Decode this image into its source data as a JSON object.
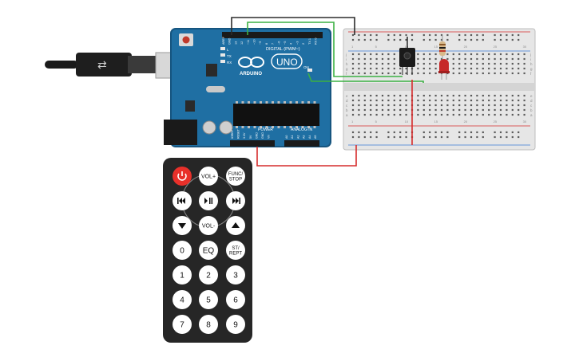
{
  "colors": {
    "board": "#1f6fa3",
    "board_dark": "#16557f",
    "wire_black": "#2b2b2b",
    "wire_green": "#3cb043",
    "wire_red": "#d62d2d",
    "remote_body": "#262626",
    "remote_button": "#ffffff",
    "power_button": "#e8302a",
    "breadboard": "#e6e6e6",
    "led": "#c62828"
  },
  "arduino": {
    "logo_text": "ARDUINO",
    "model_text": "UNO",
    "digital_label": "DIGITAL (PWM~)",
    "power_label": "POWER",
    "analog_label": "ANALOG IN",
    "tx_label": "TX",
    "rx_label": "RX",
    "l_label": "L",
    "on_label": "ON",
    "digital_pins": [
      "AREF",
      "GND",
      "13",
      "12",
      "~11",
      "~10",
      "~9",
      "8",
      "7",
      "~6",
      "~5",
      "4",
      "~3",
      "2",
      "TX 1",
      "RX 0"
    ],
    "power_pins": [
      "IOREF",
      "RESET",
      "3.3V",
      "5V",
      "GND",
      "GND",
      "Vin"
    ],
    "analog_pins": [
      "A0",
      "A1",
      "A2",
      "A3",
      "A4",
      "A5"
    ]
  },
  "breadboard": {
    "row_letters_top": [
      "j",
      "i",
      "h",
      "g",
      "f"
    ],
    "row_letters_bottom": [
      "e",
      "d",
      "c",
      "b",
      "a"
    ],
    "col_numbers": [
      "1",
      "5",
      "10",
      "15",
      "20",
      "25",
      "30"
    ]
  },
  "remote": {
    "buttons": [
      {
        "id": "power",
        "label": "",
        "icon": "power-icon"
      },
      {
        "id": "vol-up",
        "label": "VOL+"
      },
      {
        "id": "func-stop",
        "label": "FUNC/\nSTOP"
      },
      {
        "id": "prev",
        "label": "",
        "icon": "prev-icon"
      },
      {
        "id": "play-pause",
        "label": "",
        "icon": "play-pause-icon"
      },
      {
        "id": "next",
        "label": "",
        "icon": "next-icon"
      },
      {
        "id": "down",
        "label": "",
        "icon": "down-icon"
      },
      {
        "id": "vol-down",
        "label": "VOL-"
      },
      {
        "id": "up",
        "label": "",
        "icon": "up-icon"
      },
      {
        "id": "0",
        "label": "0"
      },
      {
        "id": "eq",
        "label": "EQ"
      },
      {
        "id": "st-rept",
        "label": "ST/\nREPT"
      },
      {
        "id": "1",
        "label": "1"
      },
      {
        "id": "2",
        "label": "2"
      },
      {
        "id": "3",
        "label": "3"
      },
      {
        "id": "4",
        "label": "4"
      },
      {
        "id": "5",
        "label": "5"
      },
      {
        "id": "6",
        "label": "6"
      },
      {
        "id": "7",
        "label": "7"
      },
      {
        "id": "8",
        "label": "8"
      },
      {
        "id": "9",
        "label": "9"
      }
    ]
  }
}
